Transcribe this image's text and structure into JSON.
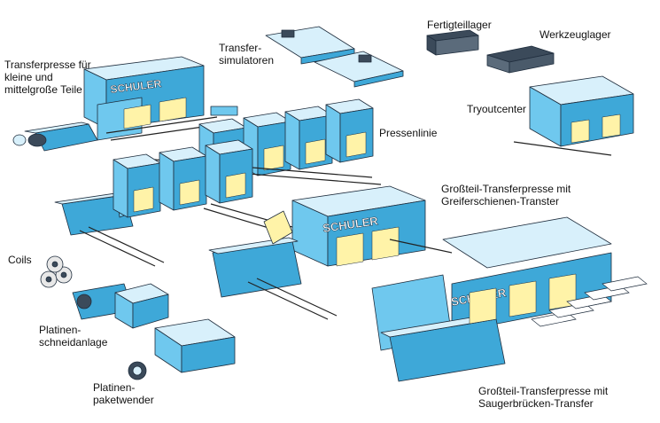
{
  "labels": {
    "transfer_small": "Transferpresse für\nkleine und\nmittelgroße Teile",
    "transfer_sim": "Transfer-\nsimulatoren",
    "fertigteil": "Fertigteillager",
    "werkzeug": "Werkzeuglager",
    "tryout": "Tryoutcenter",
    "pressenlinie": "Pressenlinie",
    "grossteil_greifer": "Großteil-Transferpresse mit\nGreiferschienen-Transter",
    "coils": "Coils",
    "platinen_schneid": "Platinen-\nschneidanlage",
    "platinen_paket": "Platinen-\npaketwender",
    "grossteil_sauger": "Großteil-Transferpresse mit\nSaugerbrücken-Transfer"
  },
  "brand": "SCHULER",
  "colors": {
    "top": "#d8f0fb",
    "front": "#6fc8ee",
    "side": "#3ea8d8",
    "accent": "#fff3a8",
    "dark": "#3b4a5a"
  }
}
